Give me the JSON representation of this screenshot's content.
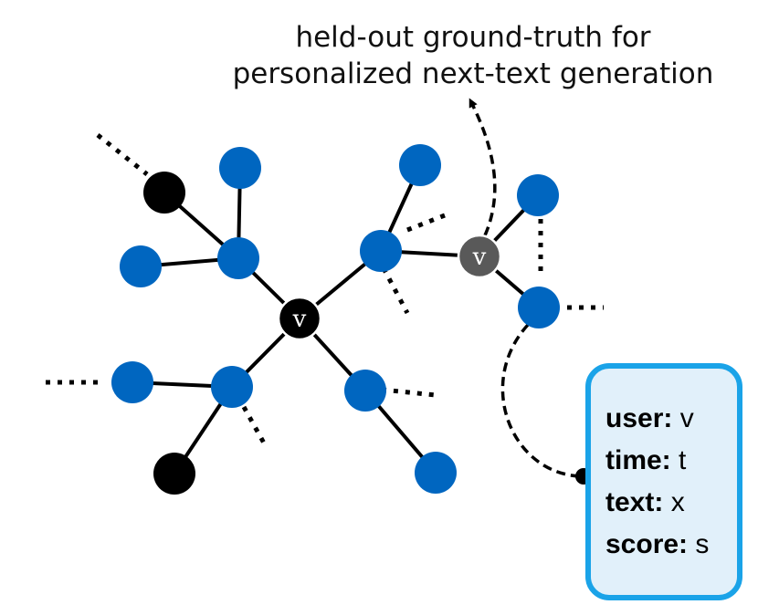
{
  "caption": {
    "line1": "held-out ground-truth for",
    "line2": "personalized next-text generation"
  },
  "nodes": {
    "center_label": "v",
    "neighbor_label": "v"
  },
  "card": {
    "fields": [
      {
        "key": "user:",
        "value": "v"
      },
      {
        "key": "time:",
        "value": "t"
      },
      {
        "key": "text:",
        "value": "x"
      },
      {
        "key": "score:",
        "value": "s"
      }
    ]
  },
  "colors": {
    "user_node": "#0066c0",
    "other_node": "#000000",
    "highlight_node": "#595959",
    "card_border": "#1aa3e8",
    "card_fill": "#e1f0fa"
  }
}
